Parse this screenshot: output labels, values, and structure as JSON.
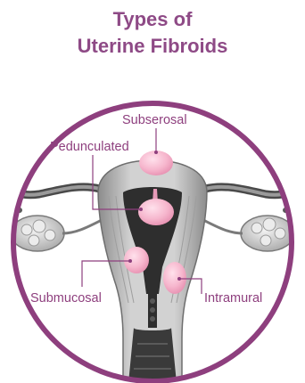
{
  "title": {
    "line1": "Types of",
    "line2": "Uterine Fibroids"
  },
  "labels": {
    "subserosal": "Subserosal",
    "pedunculated": "Pedunculated",
    "submucosal": "Submucosal",
    "intramural": "Intramural"
  },
  "colors": {
    "title": "#8e4a86",
    "circle_border": "#8e3f7e",
    "label_text": "#8e3f7e",
    "leader_line": "#8e3f7e",
    "fibroid": "#f6b6cd",
    "fibroid_highlight": "#ffe1ec",
    "uterus_gray": "#b9b9b9",
    "uterus_dark": "#2e2e2e",
    "background": "#ffffff"
  }
}
